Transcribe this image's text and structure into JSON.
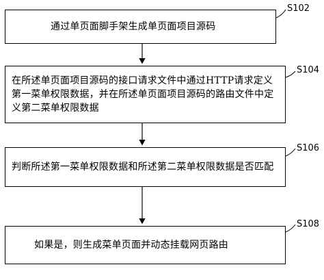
{
  "steps": [
    {
      "id": "S102",
      "text": "通过单页面脚手架生成单页面项目源码"
    },
    {
      "id": "S104",
      "text": "在所述单页面项目源码的接口请求文件中通过HTTP请求定义第一菜单权限数据，并在所述单页面项目源码的路由文件中定义第二菜单权限数据"
    },
    {
      "id": "S106",
      "text": "判断所述第一菜单权限数据和所述第二菜单权限数据是否匹配"
    },
    {
      "id": "S108",
      "text": "如果是，则生成菜单页面并动态挂载网页路由"
    }
  ]
}
